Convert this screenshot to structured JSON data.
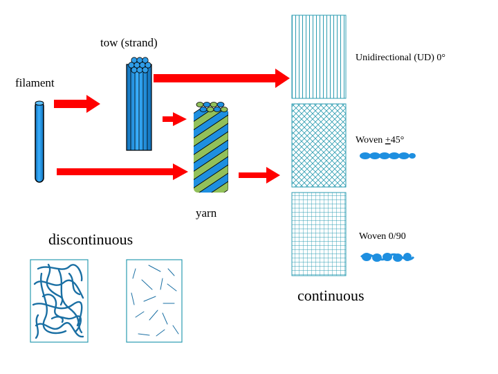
{
  "labels": {
    "tow": "tow (strand)",
    "filament": "filament",
    "ud": "Unidirectional (UD) 0°",
    "woven45_prefix": "Woven ",
    "woven45_pm": "+",
    "woven45_suffix": "45°",
    "woven090": "Woven 0/90",
    "yarn": "yarn",
    "discontinuous": "discontinuous",
    "continuous": "continuous"
  },
  "colors": {
    "arrow": "#ff0000",
    "fiber_blue": "#1e8fe0",
    "fiber_green": "#92c05a",
    "fabric_line": "#2a9bb0",
    "mat_fiber": "#1a6fa3",
    "outline": "#000000"
  }
}
